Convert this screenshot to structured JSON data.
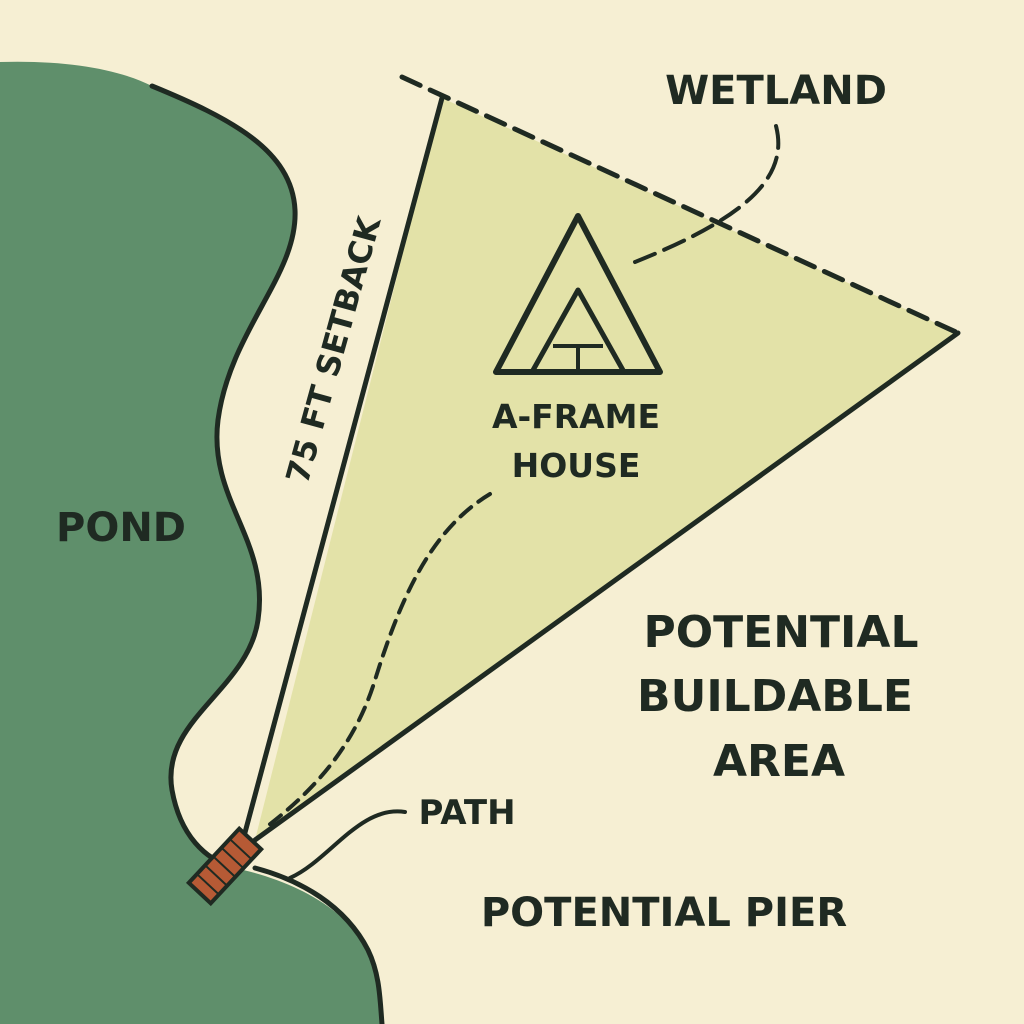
{
  "labels": {
    "wetland": "WETLAND",
    "setback": "75 FT SETBACK",
    "house_line1": "A-FRAME",
    "house_line2": "HOUSE",
    "pond": "POND",
    "buildable_line1": "POTENTIAL",
    "buildable_line2": "BUILDABLE",
    "buildable_line3": "AREA",
    "path": "PATH",
    "pier": "POTENTIAL PIER"
  },
  "colors": {
    "background": "#f6efd3",
    "pond": "#5f8f6b",
    "buildable_area": "#e3e2a8",
    "outline": "#1f2a22",
    "pier": "#b65a35"
  }
}
